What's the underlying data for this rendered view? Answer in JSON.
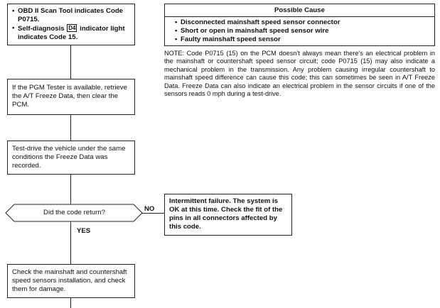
{
  "first_box": {
    "bullet1": "OBD II Scan Tool indicates Code P0715.",
    "bullet2_before": "Self-diagnosis",
    "d4_symbol": "D4",
    "bullet2_after": "indicator light indicates Code 15."
  },
  "possible_cause": {
    "title": "Possible Cause",
    "items": [
      "Disconnected mainshaft speed sensor connector",
      "Short or open in mainshaft speed sensor wire",
      "Faulty mainshaft speed sensor"
    ]
  },
  "note": "NOTE: Code P0715 (15) on the PCM doesn't always mean there's an electrical problem in the mainshaft or countershaft speed sensor circuit; code P0715 (15) may also indicate a mechanical problem in the transmission. Any problem causing irregular countershaft to mainshaft speed difference can cause this code; this can sometimes be seen in A/T Freeze Data. Freeze Data can also indicate an electrical problem in the sensor circuits if one of the sensors reads 0 mph during a test-drive.",
  "steps": {
    "retrieve": "If the PGM Tester is available, retrieve the A/T Freeze Data, then clear the PCM.",
    "test_drive": "Test-drive the vehicle under the same conditions the Freeze Data was recorded.",
    "decision": "Did the code return?",
    "check_sensors": "Check the mainshaft and countershaft speed sensors installation, and check them for damage."
  },
  "labels": {
    "no": "NO",
    "yes": "YES"
  },
  "intermittent": "Intermittent failure. The system is OK at this time. Check the fit of the pins in all connectors affected by this code."
}
